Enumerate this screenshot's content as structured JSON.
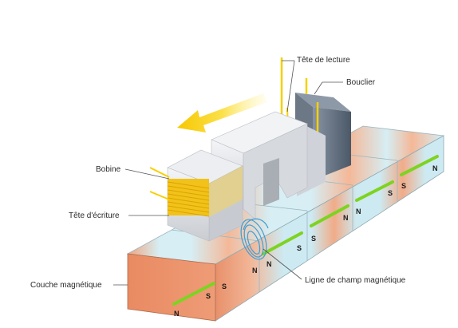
{
  "labels": {
    "read_head": "Tête de lecture",
    "shield": "Bouclier",
    "coil": "Bobine",
    "write_head": "Tête d'écriture",
    "magnetic_layer": "Couche magnétique",
    "field_line": "Ligne de champ magnétique"
  },
  "poles": {
    "n": "N",
    "s": "S"
  },
  "colors": {
    "orange": "#e8906a",
    "cyan": "#bfe6ef",
    "green": "#7ed321",
    "arrow": "#f6d000",
    "coil": "#f2c21a",
    "head_grey": "#dadde2",
    "shield": "#5f6d7e",
    "field": "#3a9fd8"
  },
  "icons": {
    "direction": "motion-arrow-icon"
  }
}
